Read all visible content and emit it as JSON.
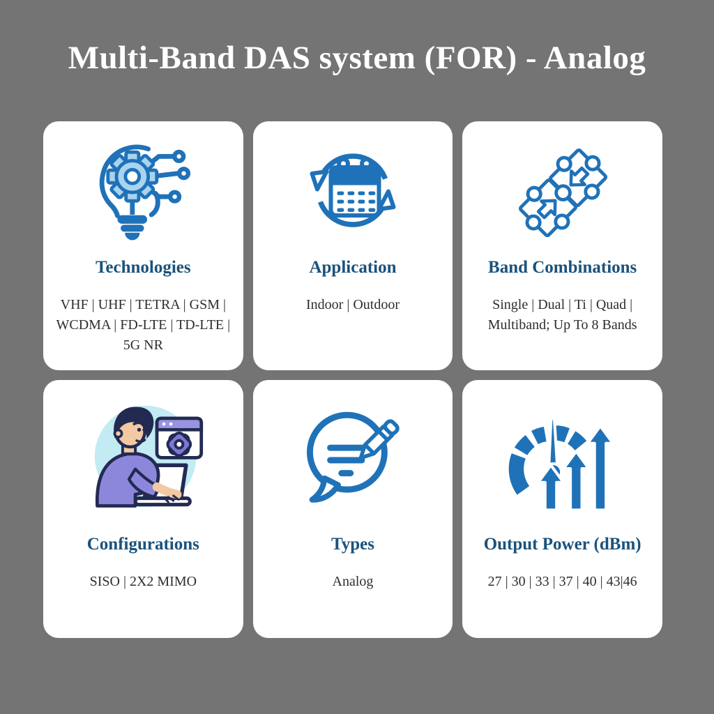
{
  "page": {
    "title": "Multi-Band DAS system (FOR) - Analog",
    "background_color": "#747474",
    "card_color": "#ffffff",
    "accent_blue": "#1f72b8",
    "icon_light_blue": "#a9d4ef",
    "heading_color": "#1a527c",
    "body_text_color": "#2d2d2d",
    "title_color": "#ffffff"
  },
  "cards": [
    {
      "icon": "lightbulb-gear-circuit",
      "title": "Technologies",
      "body": "VHF | UHF | TETRA | GSM | WCDMA | FD-LTE | TD-LTE | 5G NR"
    },
    {
      "icon": "calendar-sync-arrows",
      "title": "Application",
      "body": "Indoor | Outdoor"
    },
    {
      "icon": "puzzle-pieces-arrows",
      "title": "Band Combinations",
      "body": "Single | Dual | Ti | Quad | Multiband; Up To 8 Bands"
    },
    {
      "icon": "person-laptop",
      "title": "Configurations",
      "body": "SISO | 2X2 MIMO"
    },
    {
      "icon": "speech-bubble-pencil",
      "title": "Types",
      "body": "Analog"
    },
    {
      "icon": "gauge-rising-arrows",
      "title": "Output Power (dBm)",
      "body": "27 | 30 | 33 | 37 | 40 | 43|46"
    }
  ]
}
